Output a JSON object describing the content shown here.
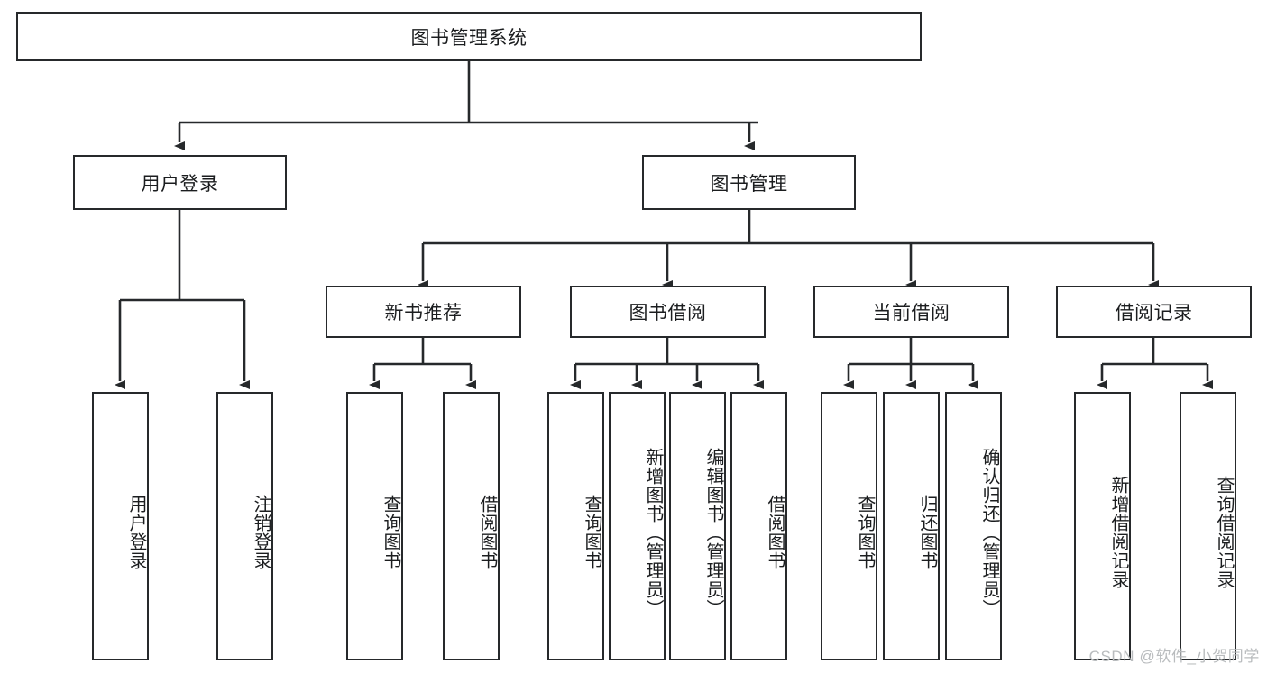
{
  "diagram": {
    "title_node": {
      "label": "图书管理系统"
    },
    "level2": [
      {
        "id": "user-login",
        "label": "用户登录"
      },
      {
        "id": "book-management",
        "label": "图书管理"
      }
    ],
    "level3": [
      {
        "id": "new-book-recommend",
        "label": "新书推荐"
      },
      {
        "id": "book-borrow",
        "label": "图书借阅"
      },
      {
        "id": "current-borrow",
        "label": "当前借阅"
      },
      {
        "id": "borrow-record",
        "label": "借阅记录"
      }
    ],
    "leaves": [
      {
        "id": "leaf-user-login",
        "label": "用户登录",
        "parent": "user-login"
      },
      {
        "id": "leaf-logout-login",
        "label": "注销登录",
        "parent": "user-login"
      },
      {
        "id": "leaf-query-book-1",
        "label": "查询图书",
        "parent": "new-book-recommend"
      },
      {
        "id": "leaf-borrow-book-1",
        "label": "借阅图书",
        "parent": "new-book-recommend"
      },
      {
        "id": "leaf-query-book-2",
        "label": "查询图书",
        "parent": "book-borrow"
      },
      {
        "id": "leaf-add-book-admin",
        "label": "新增图书（管理员）",
        "parent": "book-borrow"
      },
      {
        "id": "leaf-edit-book-admin",
        "label": "编辑图书（管理员）",
        "parent": "book-borrow"
      },
      {
        "id": "leaf-borrow-book-2",
        "label": "借阅图书",
        "parent": "book-borrow"
      },
      {
        "id": "leaf-query-book-3",
        "label": "查询图书",
        "parent": "current-borrow"
      },
      {
        "id": "leaf-return-book",
        "label": "归还图书",
        "parent": "current-borrow"
      },
      {
        "id": "leaf-confirm-return-admin",
        "label": "确认归还（管理员）",
        "parent": "current-borrow"
      },
      {
        "id": "leaf-add-borrow-record",
        "label": "新增借阅记录",
        "parent": "borrow-record"
      },
      {
        "id": "leaf-query-borrow-record",
        "label": "查询借阅记录",
        "parent": "borrow-record"
      }
    ],
    "watermark": "CSDN @软件_小贺同学",
    "colors": {
      "stroke": "#26292b",
      "background": "#ffffff",
      "text": "#1b1d1f",
      "watermark": "#b9bcbe"
    }
  }
}
